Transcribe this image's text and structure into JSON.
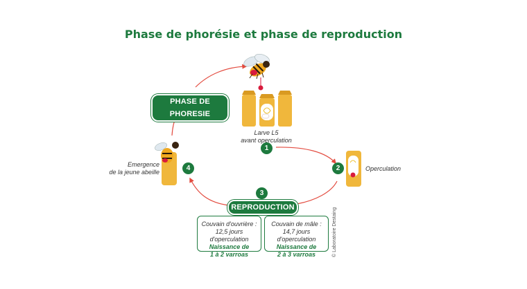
{
  "title": "Phase de phorésie et phase de reproduction",
  "phases": {
    "phoresie": "PHASE DE PHORESIE",
    "reproduction": "REPRODUCTION"
  },
  "steps": [
    {
      "number": "1",
      "label_lines": [
        "Larve L5",
        "avant operculation"
      ]
    },
    {
      "number": "2",
      "label_lines": [
        "Operculation"
      ]
    },
    {
      "number": "3",
      "label_lines": []
    },
    {
      "number": "4",
      "label_lines": [
        "Emergence",
        "de la jeune abeille"
      ]
    }
  ],
  "boxes": [
    {
      "line1": "Couvain d'ouvrière :",
      "line2": "12,5 jours d'operculation",
      "line3": "Naissance de",
      "line4": "1 à 2 varroas"
    },
    {
      "line1": "Couvain de mâle :",
      "line2": "14,7 jours d'operculation",
      "line3": "Naissance de",
      "line4": "2 à 3 varroas"
    }
  ],
  "credit": "© Laboratoire Destaing",
  "colors": {
    "green": "#1d7a3e",
    "arrow": "#e34b3f",
    "cell": "#f0b73c",
    "cell_dark": "#d99a22",
    "mite": "#d81b3c"
  }
}
